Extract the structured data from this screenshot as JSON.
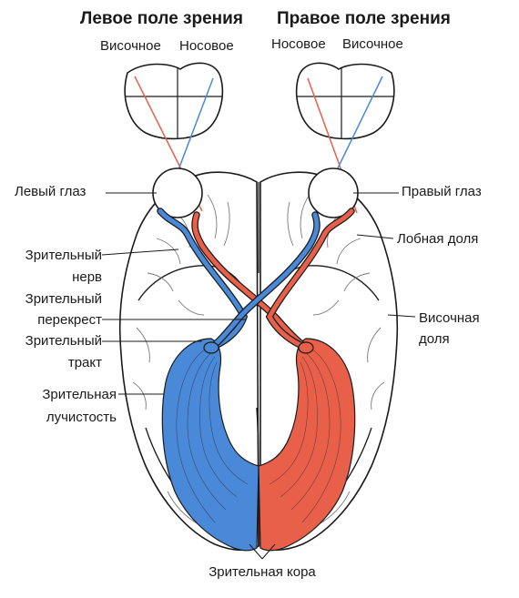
{
  "titles": {
    "left_field": "Левое поле зрения",
    "right_field": "Правое поле зрения"
  },
  "field_labels": {
    "left_temporal": "Височное",
    "left_nasal": "Носовое",
    "right_nasal": "Носовое",
    "right_temporal": "Височное"
  },
  "labels": {
    "left_eye": "Левый глаз",
    "right_eye": "Правый глаз",
    "optic_nerve_line1": "Зрительный",
    "optic_nerve_line2": "нерв",
    "chiasm_line1": "Зрительный",
    "chiasm_line2": "перекрест",
    "optic_tract_line1": "Зрительный",
    "optic_tract_line2": "тракт",
    "radiation_line1": "Зрительная",
    "radiation_line2": "лучистость",
    "frontal_lobe": "Лобная доля",
    "temporal_lobe_line1": "Височная",
    "temporal_lobe_line2": "доля",
    "visual_cortex": "Зрительная кора"
  },
  "colors": {
    "left_pathway": "#4a88d8",
    "right_pathway": "#e8604a",
    "outline": "#1a1a1a"
  }
}
